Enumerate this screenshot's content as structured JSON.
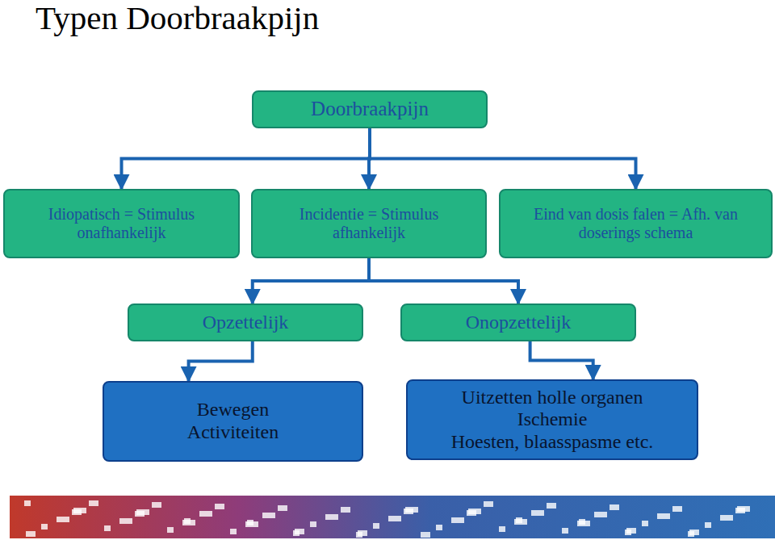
{
  "diagram": {
    "title": "Typen Doorbraakpijn",
    "nodes": [
      {
        "text": [
          "Doorbraakpijn"
        ]
      },
      {
        "text": [
          "Idiopatisch = Stimulus onafhankelijk"
        ]
      },
      {
        "text": [
          "Incidentie = Stimulus afhankelijk"
        ]
      },
      {
        "text": [
          "Eind van dosis falen = Afh. van doserings schema"
        ]
      },
      {
        "text": [
          "Opzettelijk"
        ]
      },
      {
        "text": [
          "Onopzettelijk"
        ]
      },
      {
        "text": [
          "Bewegen",
          "Activiteiten"
        ]
      },
      {
        "text": [
          "Uitzetten holle organen",
          "Ischemie",
          "Hoesten, blaasspasme etc."
        ]
      }
    ],
    "edges": [
      {
        "from": 0,
        "to": 1,
        "arrow": "to"
      },
      {
        "from": 0,
        "to": 2,
        "arrow": "to"
      },
      {
        "from": 0,
        "to": 3,
        "arrow": "to"
      },
      {
        "from": 2,
        "to": 4,
        "arrow": "to"
      },
      {
        "from": 2,
        "to": 5,
        "arrow": "to"
      },
      {
        "from": 4,
        "to": 6,
        "arrow": "to"
      },
      {
        "from": 5,
        "to": 7,
        "arrow": "to"
      }
    ]
  }
}
